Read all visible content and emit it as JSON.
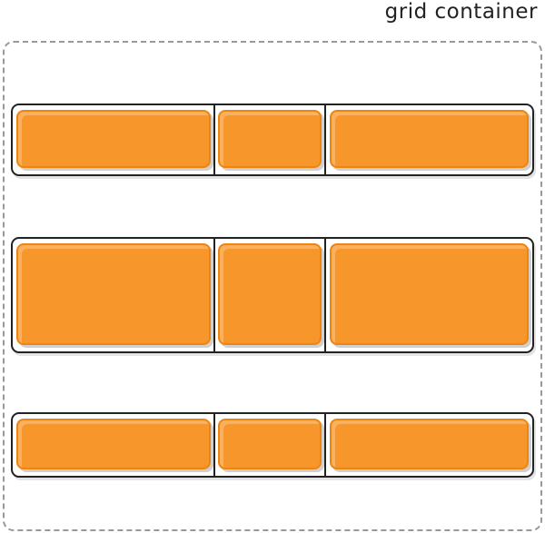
{
  "label": "grid container",
  "colors": {
    "item": "#f7962a",
    "item_border": "#f08410",
    "container_border": "#999999",
    "row_border": "#222222"
  },
  "rows": [
    {
      "items": 3
    },
    {
      "items": 3
    },
    {
      "items": 3
    }
  ]
}
